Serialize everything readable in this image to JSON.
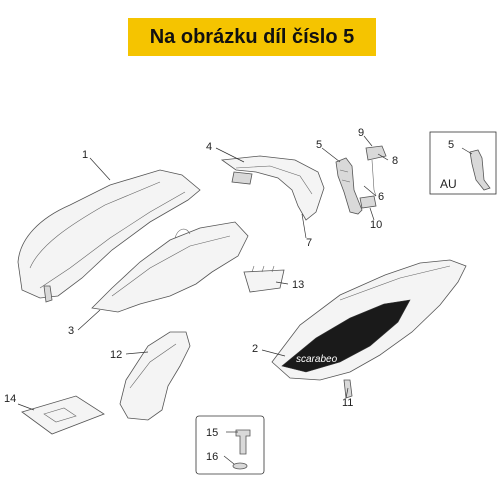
{
  "banner": {
    "title": "Na obrázku díl číslo 5"
  },
  "callouts": [
    "1",
    "2",
    "3",
    "4",
    "5",
    "6",
    "7",
    "8",
    "9",
    "10",
    "11",
    "12",
    "13",
    "14",
    "15",
    "16"
  ],
  "inset": {
    "part": "5",
    "label": "AU"
  },
  "brand_logo": "scarabeo",
  "colors": {
    "banner": "#f5c400",
    "line": "#333333",
    "highlight": "#1a1a1a"
  }
}
